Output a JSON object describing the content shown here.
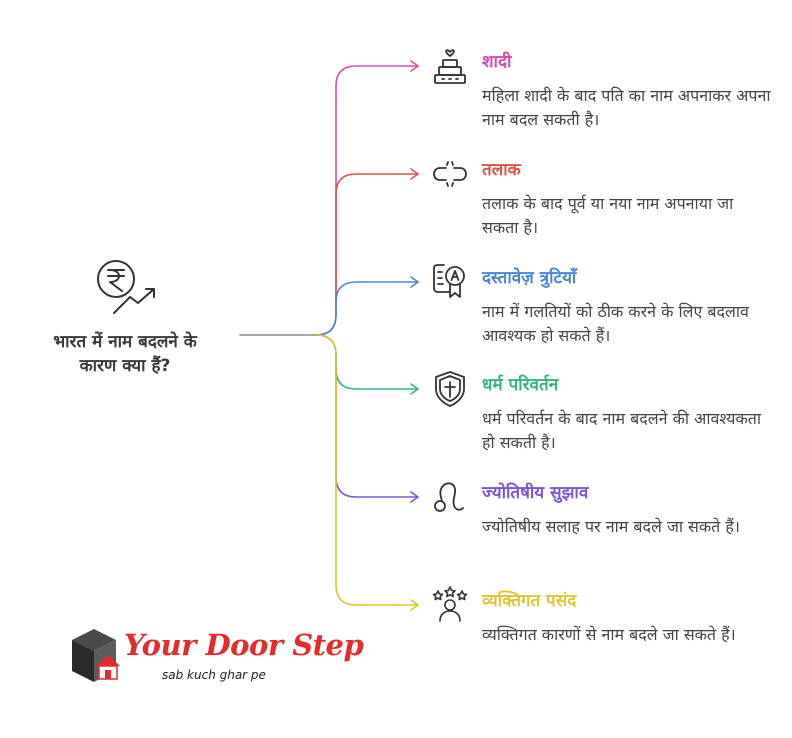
{
  "center": {
    "title_line1": "भारत में नाम बदलने के",
    "title_line2": "कारण क्या हैं?",
    "icon": "rupee-growth-icon"
  },
  "branches": [
    {
      "title": "शादी",
      "description": "महिला शादी के बाद पति का नाम अपनाकर अपना नाम बदल सकती है।",
      "icon": "wedding-cake-icon",
      "color": "#d64bb0"
    },
    {
      "title": "तलाक",
      "description": "तलाक के बाद पूर्व या नया नाम अपनाया जा सकता है।",
      "icon": "broken-link-icon",
      "color": "#e0524a"
    },
    {
      "title": "दस्तावेज़ त्रुटियाँ",
      "description": "नाम में गलतियों को ठीक करने के लिए बदलाव आवश्यक हो सकते हैं।",
      "icon": "certificate-icon",
      "color": "#4a86d8"
    },
    {
      "title": "धर्म परिवर्तन",
      "description": "धर्म परिवर्तन के बाद नाम बदलने की आवश्यकता हो सकती है।",
      "icon": "cross-shield-icon",
      "color": "#35b77a"
    },
    {
      "title": "ज्योतिषीय सुझाव",
      "description": "ज्योतिषीय सलाह पर नाम बदले जा सकते हैं।",
      "icon": "leo-sign-icon",
      "color": "#7b55d6"
    },
    {
      "title": "व्यक्तिगत पसंद",
      "description": "व्यक्तिगत कारणों से नाम बदले जा सकते हैं।",
      "icon": "person-stars-icon",
      "color": "#dcc631"
    }
  ],
  "logo": {
    "name": "Your Door Step",
    "tagline": "sab kuch ghar pe",
    "icon": "house-cube-icon",
    "brand_color": "#e52b2b"
  }
}
